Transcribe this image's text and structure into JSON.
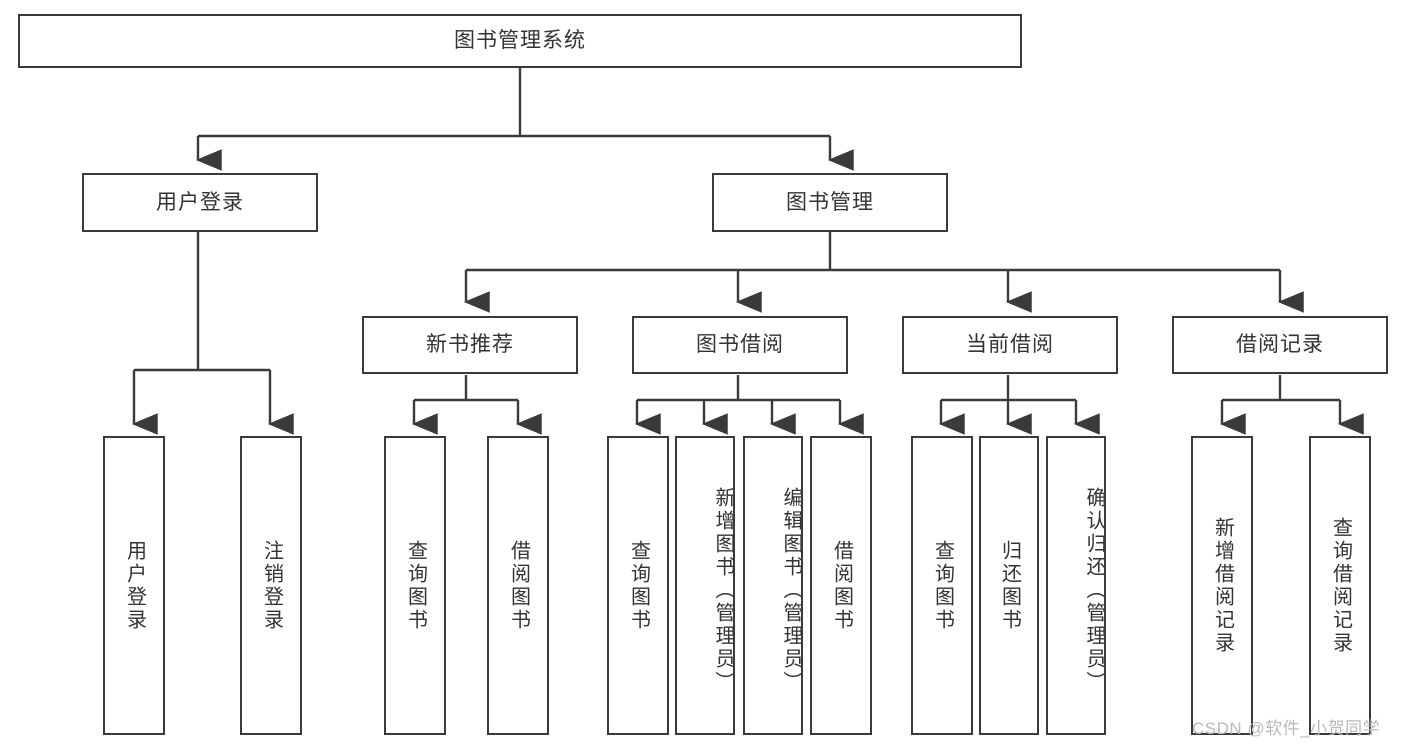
{
  "diagram": {
    "title": "图书管理系统",
    "type": "tree-hierarchy",
    "watermark": "CSDN @软件_小贺同学",
    "colors": {
      "border": "#3a3a3a",
      "text": "#333333",
      "background": "#ffffff",
      "connector": "#3a3a3a",
      "watermark": "#b9b9b9"
    },
    "root": {
      "label": "图书管理系统"
    },
    "level2": [
      {
        "label": "用户登录"
      },
      {
        "label": "图书管理"
      }
    ],
    "level3": [
      {
        "label": "新书推荐"
      },
      {
        "label": "图书借阅"
      },
      {
        "label": "当前借阅"
      },
      {
        "label": "借阅记录"
      }
    ],
    "leaves": {
      "user_login": [
        {
          "label": "用户登录"
        },
        {
          "label": "注销登录"
        }
      ],
      "new_book_recommend": [
        {
          "label": "查询图书"
        },
        {
          "label": "借阅图书"
        }
      ],
      "book_borrow": [
        {
          "label": "查询图书"
        },
        {
          "label": "新增图书（管理员）"
        },
        {
          "label": "编辑图书（管理员）"
        },
        {
          "label": "借阅图书"
        }
      ],
      "current_borrow": [
        {
          "label": "查询图书"
        },
        {
          "label": "归还图书"
        },
        {
          "label": "确认归还（管理员）"
        }
      ],
      "borrow_record": [
        {
          "label": "新增借阅记录"
        },
        {
          "label": "查询借阅记录"
        }
      ]
    }
  }
}
